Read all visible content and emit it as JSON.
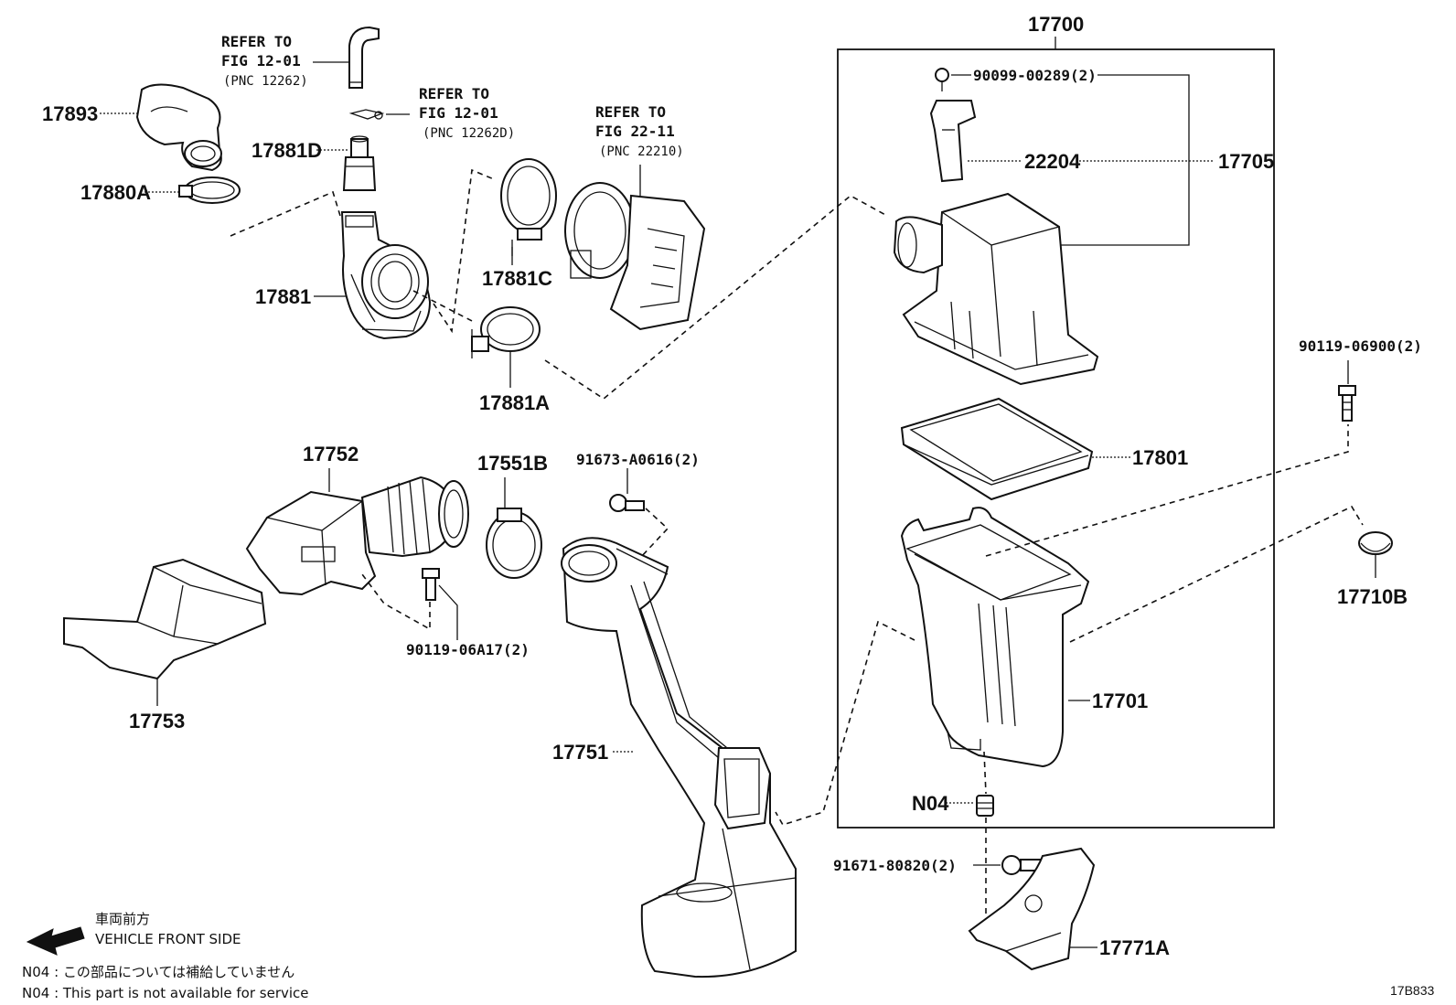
{
  "diagram": {
    "code": "17B833",
    "group_label": "17700",
    "parts": [
      {
        "id": "17893"
      },
      {
        "id": "17880A"
      },
      {
        "id": "17881D"
      },
      {
        "id": "17881"
      },
      {
        "id": "17881C"
      },
      {
        "id": "17881A"
      },
      {
        "id": "17752"
      },
      {
        "id": "17753"
      },
      {
        "id": "17551B"
      },
      {
        "id": "90119-06A17(2)"
      },
      {
        "id": "91673-A0616(2)"
      },
      {
        "id": "17751"
      },
      {
        "id": "90099-00289(2)"
      },
      {
        "id": "22204"
      },
      {
        "id": "17705"
      },
      {
        "id": "17801"
      },
      {
        "id": "17701"
      },
      {
        "id": "N04"
      },
      {
        "id": "91671-80820(2)"
      },
      {
        "id": "17771A"
      },
      {
        "id": "90119-06900(2)"
      },
      {
        "id": "17710B"
      }
    ],
    "refs": [
      {
        "line1": "REFER TO",
        "line2": "FIG 12-01",
        "line3": "(PNC 12262)"
      },
      {
        "line1": "REFER TO",
        "line2": "FIG 12-01",
        "line3": "(PNC 12262D)"
      },
      {
        "line1": "REFER TO",
        "line2": "FIG 22-11",
        "line3": "(PNC 22210)"
      }
    ]
  },
  "notes": {
    "front_jp": "車両前方",
    "front_en": "VEHICLE FRONT SIDE",
    "n04_jp": "N04 : この部品については補給していません",
    "n04_en": "N04 : This part is not available for service"
  }
}
